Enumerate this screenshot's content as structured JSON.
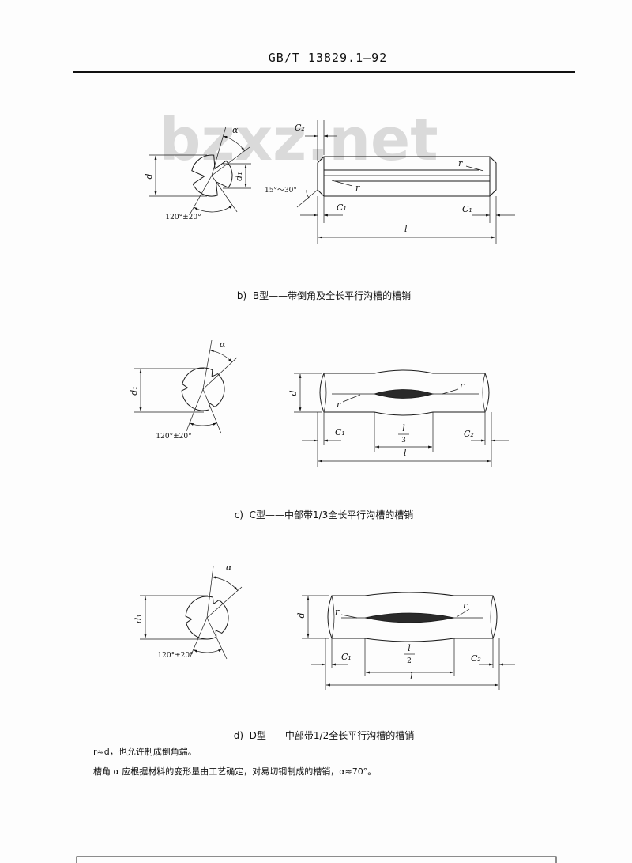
{
  "header": {
    "code": "GB/T 13829.1—92"
  },
  "watermark": "bzxz.net",
  "figure_b": {
    "section": {
      "alpha": "α",
      "d": "d",
      "d1": "d₁",
      "groove_spacing": "120°±20°"
    },
    "side": {
      "c2": "C₂",
      "chamfer_angle": "15°～30°",
      "r_top": "r",
      "r_bottom": "r",
      "c1_left": "C₁",
      "c1_right": "C₁",
      "length": "l"
    },
    "caption": "b)  B型——带倒角及全长平行沟槽的槽销"
  },
  "figure_c": {
    "section": {
      "alpha": "α",
      "d1": "d₁",
      "groove_spacing": "120°±20°"
    },
    "side": {
      "d": "d",
      "r_left": "r",
      "r_right": "r",
      "c1": "C₁",
      "groove_numerator": "l",
      "groove_denominator": "3",
      "c2": "C₂",
      "length": "l"
    },
    "caption": "c)  C型——中部带1/3全长平行沟槽的槽销"
  },
  "figure_d": {
    "section": {
      "alpha": "α",
      "d1": "d₁",
      "groove_spacing": "120°±20°"
    },
    "side": {
      "d": "d",
      "r_left": "r",
      "r_right": "r",
      "c1": "C₁",
      "groove_numerator": "l",
      "groove_denominator": "2",
      "c2": "C₂",
      "length": "l"
    },
    "caption": "d)  D型——中部带1/2全长平行沟槽的槽销"
  },
  "notes": [
    "r≈d，也允许制成倒角端。",
    "槽角 α 应根据材料的变形量由工艺确定，对易切钢制成的槽销，α≈70°。"
  ]
}
